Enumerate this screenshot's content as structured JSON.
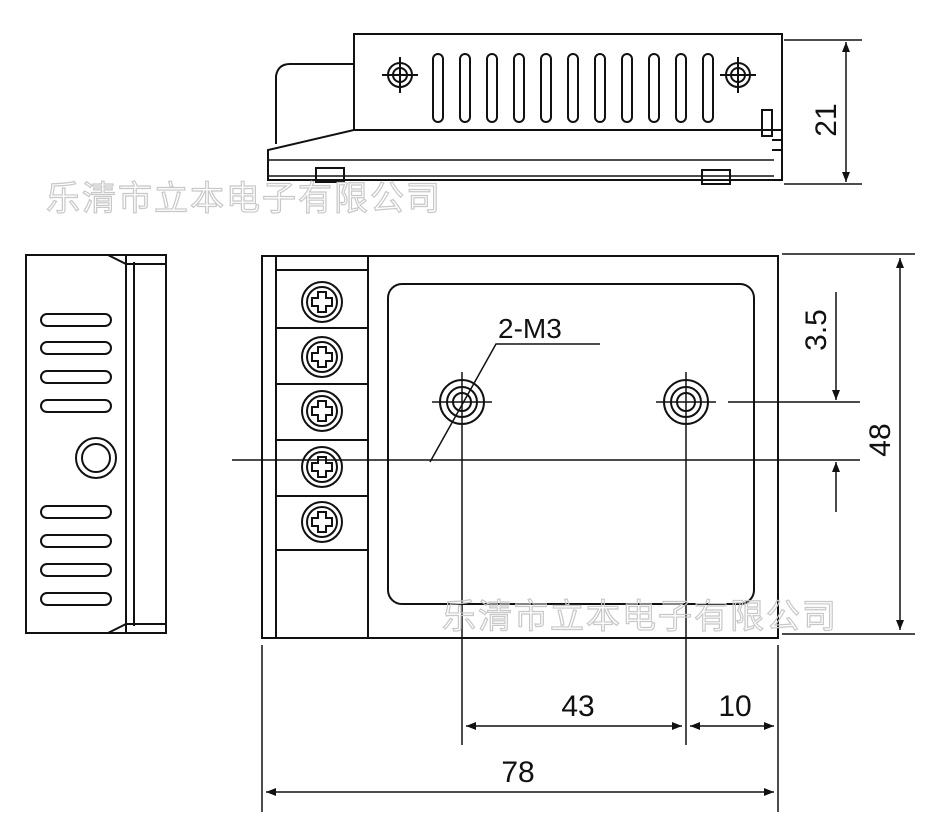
{
  "labels": {
    "mount_holes": "2-M3",
    "dim_height": "21",
    "dim_offset": "3.5",
    "dim_width": "48",
    "dim_hole_spacing": "43",
    "dim_edge": "10",
    "dim_length": "78"
  },
  "watermark": {
    "text_top": "乐清市立本电子有限公司",
    "text_bottom": "乐清市立本电子有限公司"
  },
  "colors": {
    "line": "#111111",
    "watermark": "#c8c8c8"
  }
}
